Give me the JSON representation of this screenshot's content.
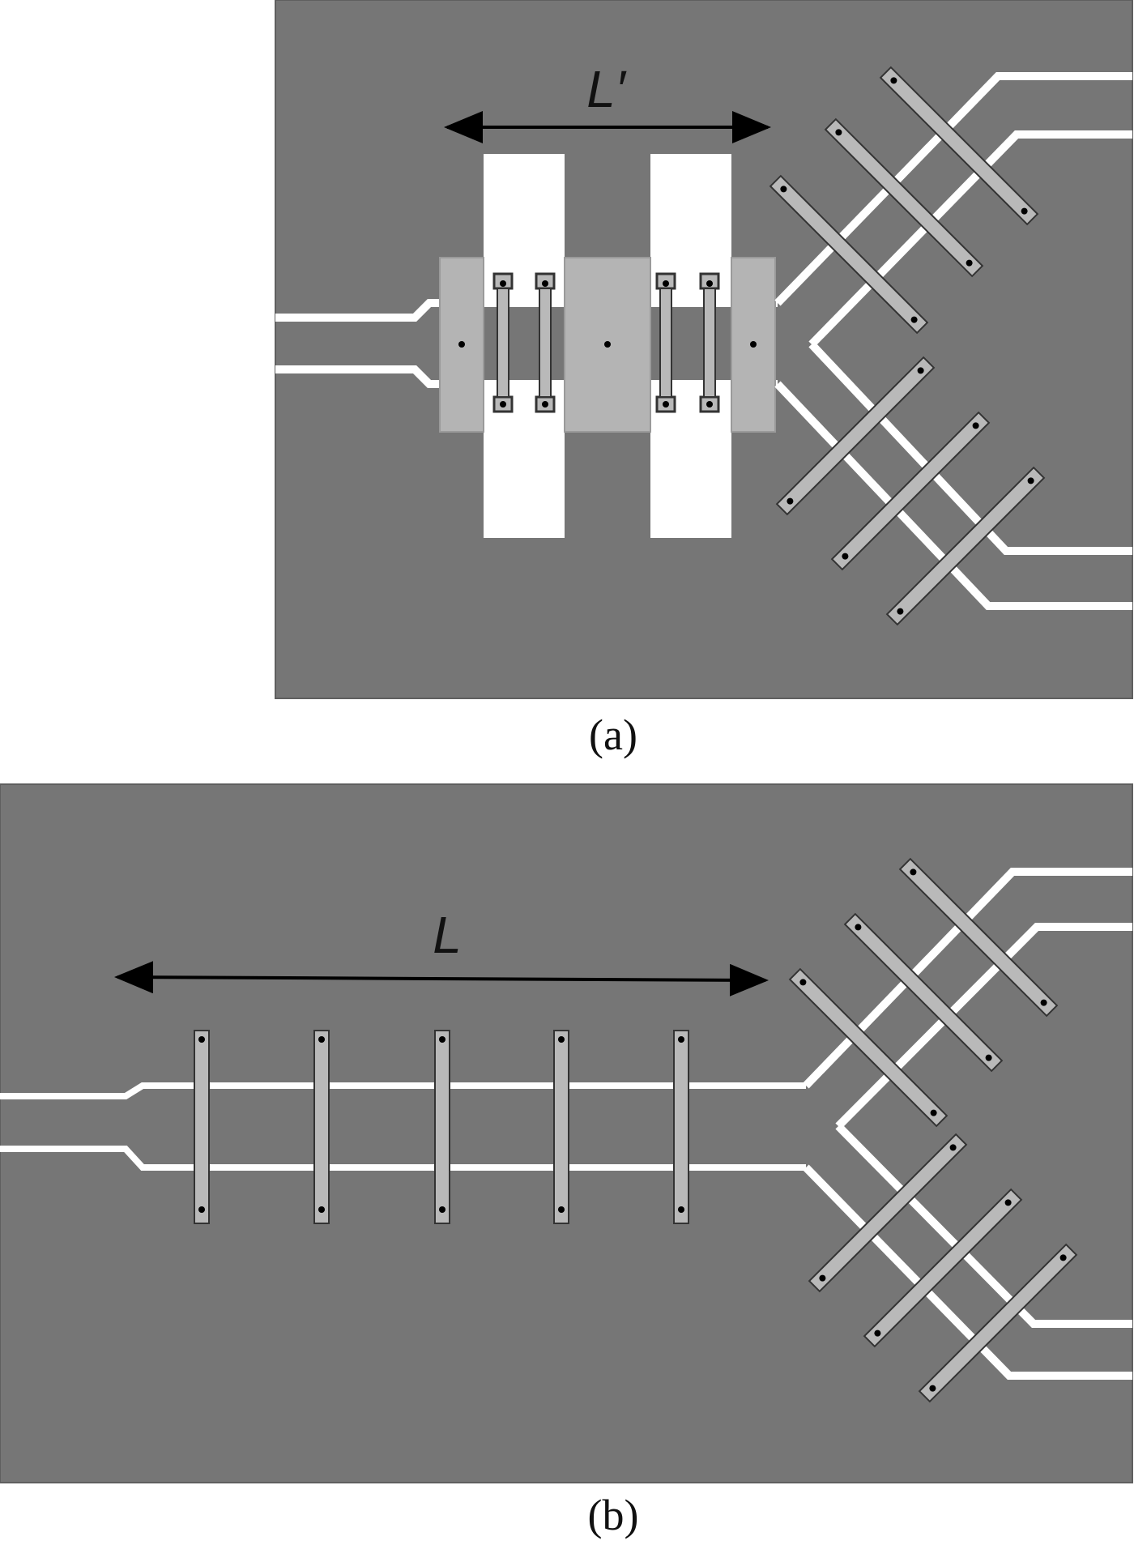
{
  "panel_a": {
    "dimension_label": "L′",
    "caption": "(a)"
  },
  "panel_b": {
    "dimension_label": "L",
    "caption": "(b)"
  },
  "colors": {
    "substrate": "#767676",
    "trace": "#ffffff",
    "bridge": "#b9b9b9",
    "pad": "#ffffff",
    "overlay": "#b4b4b4",
    "arrow": "#000000"
  }
}
